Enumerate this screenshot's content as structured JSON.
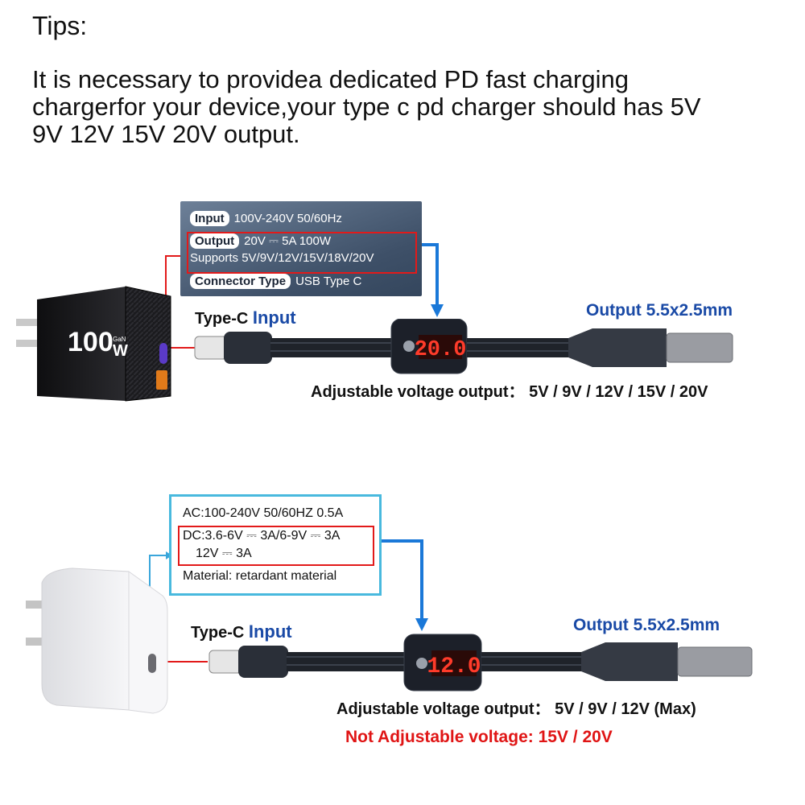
{
  "tips": {
    "title": "Tips:",
    "lines": [
      "It is necessary to providea dedicated PD fast charging",
      "chargerfor your device,your type c pd charger should has 5V",
      "9V 12V 15V 20V output."
    ]
  },
  "scene1": {
    "spec": {
      "input_label": "Input",
      "input_value": "100V-240V 50/60Hz",
      "output_label": "Output",
      "output_value": "20V ⎓ 5A 100W",
      "supports": "Supports 5V/9V/12V/15V/18V/20V",
      "connector_label": "Connector Type",
      "connector_value": "USB Type C"
    },
    "charger_badge": "100",
    "charger_badge_unit": "W",
    "charger_badge_gan": "GaN",
    "typec_prefix": "Type-C",
    "typec_input": "Input",
    "output_label": "Output 5.5x2.5mm",
    "display": "20.0",
    "adjustable": "Adjustable voltage output：  5V / 9V / 12V / 15V / 20V"
  },
  "scene2": {
    "spec": {
      "ac": "AC:100-240V 50/60HZ 0.5A",
      "dc1": "DC:3.6-6V ⎓ 3A/6-9V ⎓ 3A",
      "dc2": "12V ⎓ 3A",
      "material": "Material: retardant material"
    },
    "typec_prefix": "Type-C",
    "typec_input": "Input",
    "output_label": "Output 5.5x2.5mm",
    "display": "12.0",
    "adjustable": "Adjustable voltage output：  5V / 9V / 12V (Max)",
    "not_adjustable": "Not Adjustable voltage: 15V / 20V"
  },
  "colors": {
    "accent_blue": "#1a4aa6",
    "warning_red": "#e01515",
    "led_red": "#ff3b2a",
    "spec_border": "#48b9de"
  }
}
